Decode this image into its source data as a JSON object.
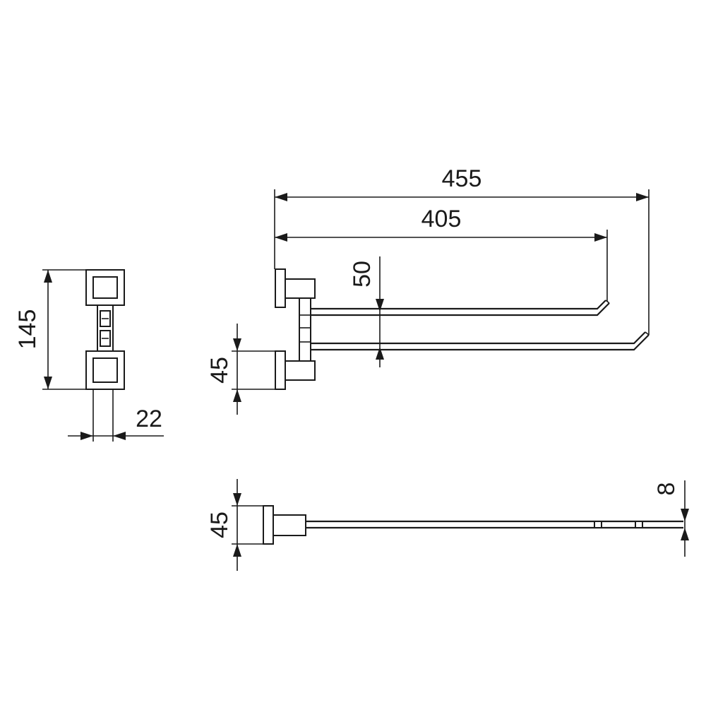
{
  "dimensions": {
    "side_height": "145",
    "side_depth": "22",
    "overall_length": "455",
    "arm_length": "405",
    "arm_spacing": "50",
    "base_height_front": "45",
    "base_height_top": "45",
    "rod_thickness": "8"
  },
  "colors": {
    "line": "#1a1a1a",
    "background": "#ffffff"
  }
}
